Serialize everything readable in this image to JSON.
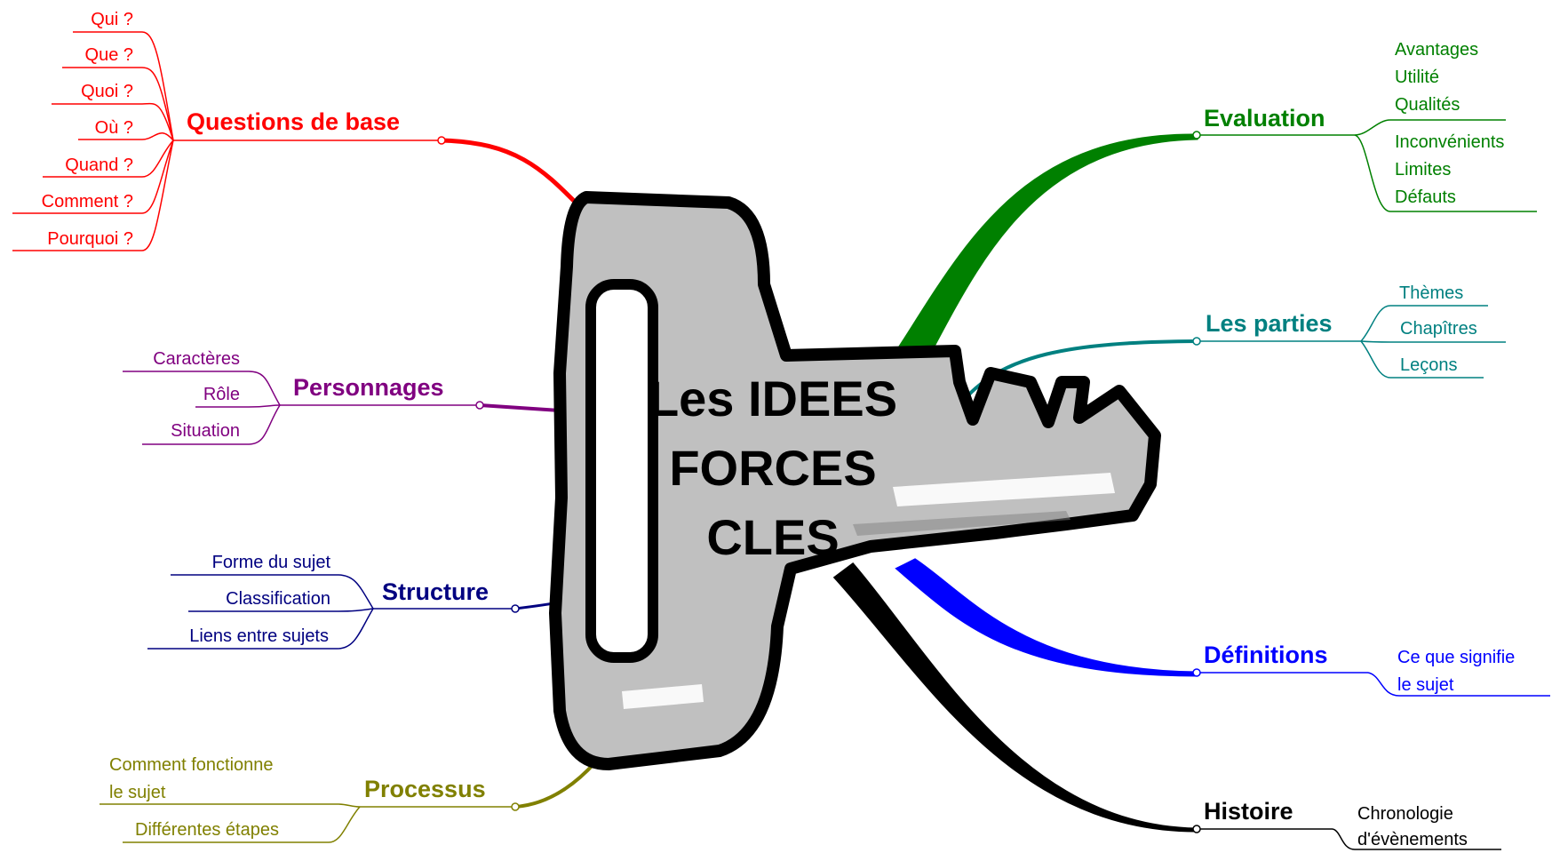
{
  "center": {
    "lines": [
      "Les IDEES",
      "FORCES",
      "CLES"
    ]
  },
  "colors": {
    "questions": "#ff0000",
    "personnages": "#800080",
    "structure": "#000080",
    "processus": "#808000",
    "evaluation": "#008000",
    "parties": "#008080",
    "definitions": "#0000ff",
    "histoire": "#000000",
    "key_fill": "#c0c0c0",
    "key_outline": "#000000"
  },
  "branches": {
    "questions": {
      "label": "Questions de base",
      "items": [
        "Qui ?",
        "Que ?",
        "Quoi ?",
        "Où ?",
        "Quand ?",
        "Comment ?",
        "Pourquoi ?"
      ]
    },
    "personnages": {
      "label": "Personnages",
      "items": [
        "Caractères",
        "Rôle",
        "Situation"
      ]
    },
    "structure": {
      "label": "Structure",
      "items": [
        "Forme du sujet",
        "Classification",
        "Liens entre sujets"
      ]
    },
    "processus": {
      "label": "Processus",
      "items": [
        {
          "lines": [
            "Comment fonctionne",
            "le sujet"
          ]
        },
        {
          "lines": [
            "Différentes étapes"
          ]
        }
      ]
    },
    "evaluation": {
      "label": "Evaluation",
      "items": [
        {
          "lines": [
            "Avantages",
            "Utilité",
            "Qualités"
          ]
        },
        {
          "lines": [
            "Inconvénients",
            "Limites",
            "Défauts"
          ]
        }
      ]
    },
    "parties": {
      "label": "Les parties",
      "items": [
        "Thèmes",
        "Chapîtres",
        "Leçons"
      ]
    },
    "definitions": {
      "label": "Définitions",
      "items": [
        {
          "lines": [
            "Ce que signifie",
            "le sujet"
          ]
        }
      ]
    },
    "histoire": {
      "label": "Histoire",
      "items": [
        {
          "lines": [
            "Chronologie",
            "d'évènements"
          ]
        }
      ]
    }
  }
}
